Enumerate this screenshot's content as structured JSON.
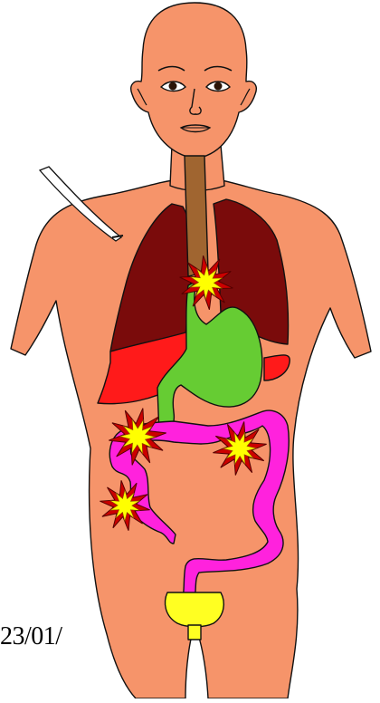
{
  "slide": {
    "date_text": "23/01/"
  },
  "colors": {
    "skin": "#f6946a",
    "outline": "#111111",
    "trachea": "#a06530",
    "lungs_dark": "#7a0b0b",
    "liver_red": "#ff1a1a",
    "stomach": "#66cc33",
    "intestine": "#ff22dd",
    "bladder": "#ffff22",
    "burst_fill": "#ffff00",
    "burst_edge": "#cc0000",
    "tube": "#ffffff"
  },
  "icons": {
    "figure": "human-torso-icon",
    "pain_markers": [
      "chest-pain-burst",
      "abdomen-left-pain-burst",
      "abdomen-right-pain-burst",
      "lower-abdomen-pain-burst"
    ]
  }
}
